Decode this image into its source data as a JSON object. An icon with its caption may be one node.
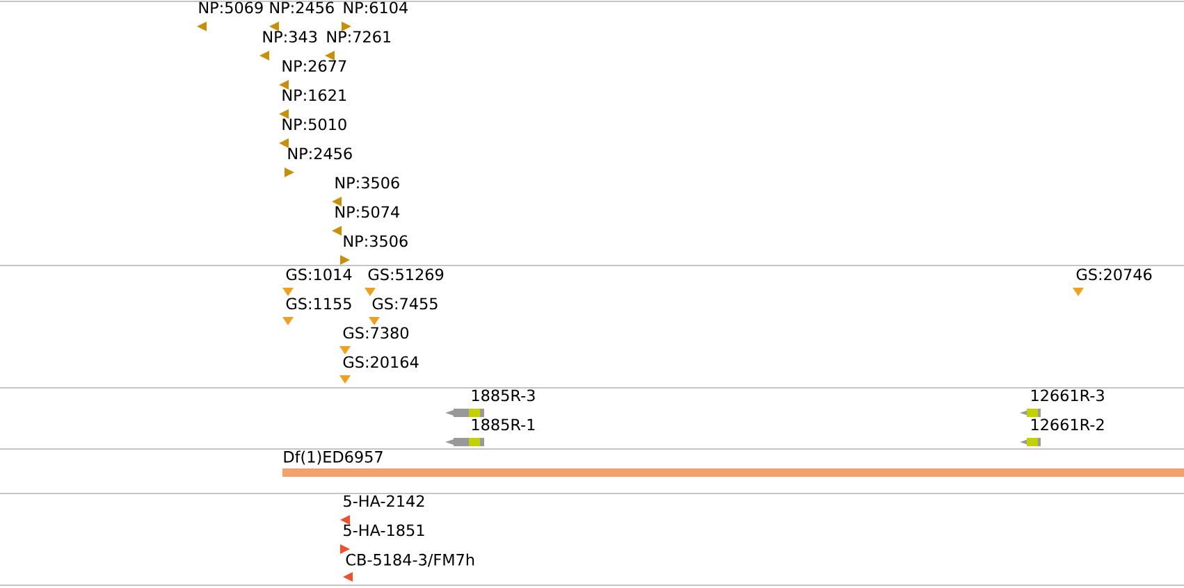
{
  "diagram": {
    "nodes": [
      {
        "text": [
          "NP:5069"
        ]
      },
      {
        "text": [
          "NP:2456"
        ]
      },
      {
        "text": [
          "NP:6104"
        ]
      },
      {
        "text": [
          "NP:343"
        ]
      },
      {
        "text": [
          "NP:7261"
        ]
      },
      {
        "text": [
          "NP:2677"
        ]
      },
      {
        "text": [
          "NP:1621"
        ]
      },
      {
        "text": [
          "NP:5010"
        ]
      },
      {
        "text": [
          "NP:2456"
        ]
      },
      {
        "text": [
          "NP:3506"
        ]
      },
      {
        "text": [
          "NP:5074"
        ]
      },
      {
        "text": [
          "NP:3506"
        ]
      },
      {
        "text": [
          "GS:1014"
        ]
      },
      {
        "text": [
          "GS:51269"
        ]
      },
      {
        "text": [
          "GS:20746"
        ]
      },
      {
        "text": [
          "GS:1155"
        ]
      },
      {
        "text": [
          "GS:7455"
        ]
      },
      {
        "text": [
          "GS:7380"
        ]
      },
      {
        "text": [
          "GS:20164"
        ]
      },
      {
        "text": [
          "1885R-3"
        ]
      },
      {
        "text": [
          "12661R-3"
        ]
      },
      {
        "text": [
          "1885R-1"
        ]
      },
      {
        "text": [
          "12661R-2"
        ]
      },
      {
        "text": [
          "Df(1)ED6957"
        ]
      },
      {
        "text": [
          "5-HA-2142"
        ]
      },
      {
        "text": [
          "5-HA-1851"
        ]
      },
      {
        "text": [
          "CB-5184-3/FM7h"
        ]
      }
    ]
  }
}
